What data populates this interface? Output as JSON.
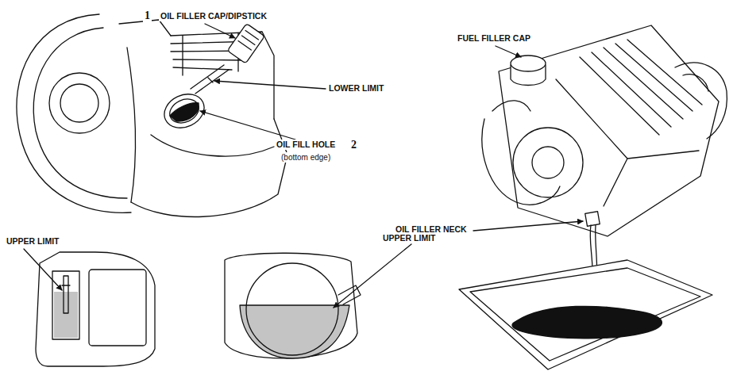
{
  "diagram": {
    "labels": [
      "1",
      "OIL FILLER CAP/DIPSTICK",
      "LOWER LIMIT",
      "OIL FILL HOLE",
      "2",
      "(bottom edge)",
      "UPPER LIMIT",
      "UPPER LIMIT",
      "FUEL FILLER CAP",
      "OIL FILLER NECK"
    ]
  }
}
